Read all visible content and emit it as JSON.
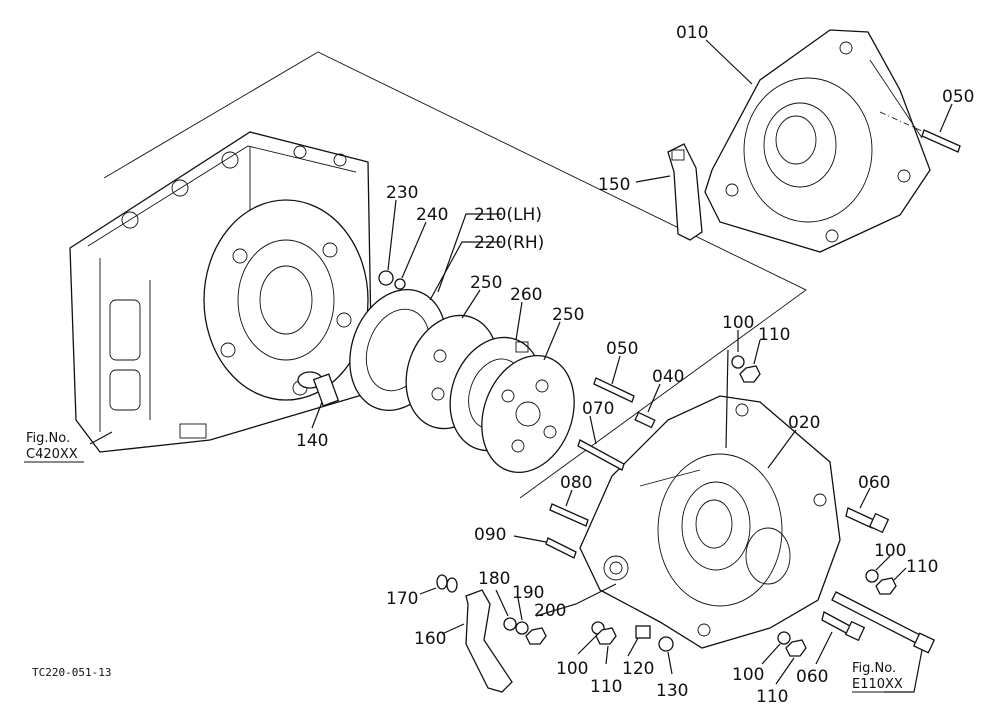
{
  "drawing_code": "TC220-051-13",
  "references": [
    {
      "id": "fig-c420",
      "caption": "Fig.No.",
      "code": "C420XX"
    },
    {
      "id": "fig-e110",
      "caption": "Fig.No.",
      "code": "E110XX"
    }
  ],
  "labels": [
    {
      "id": "010",
      "text": "010"
    },
    {
      "id": "050a",
      "text": "050"
    },
    {
      "id": "150",
      "text": "150"
    },
    {
      "id": "230",
      "text": "230"
    },
    {
      "id": "240",
      "text": "240"
    },
    {
      "id": "210",
      "text": "210(LH)"
    },
    {
      "id": "220",
      "text": "220(RH)"
    },
    {
      "id": "250a",
      "text": "250"
    },
    {
      "id": "260",
      "text": "260"
    },
    {
      "id": "250b",
      "text": "250"
    },
    {
      "id": "050b",
      "text": "050"
    },
    {
      "id": "040",
      "text": "040"
    },
    {
      "id": "100a",
      "text": "100"
    },
    {
      "id": "110a",
      "text": "110"
    },
    {
      "id": "070",
      "text": "070"
    },
    {
      "id": "020",
      "text": "020"
    },
    {
      "id": "140",
      "text": "140"
    },
    {
      "id": "080",
      "text": "080"
    },
    {
      "id": "060a",
      "text": "060"
    },
    {
      "id": "090",
      "text": "090"
    },
    {
      "id": "100b",
      "text": "100"
    },
    {
      "id": "110b",
      "text": "110"
    },
    {
      "id": "170",
      "text": "170"
    },
    {
      "id": "180",
      "text": "180"
    },
    {
      "id": "190",
      "text": "190"
    },
    {
      "id": "200",
      "text": "200"
    },
    {
      "id": "160",
      "text": "160"
    },
    {
      "id": "100c",
      "text": "100"
    },
    {
      "id": "110c",
      "text": "110"
    },
    {
      "id": "120",
      "text": "120"
    },
    {
      "id": "130",
      "text": "130"
    },
    {
      "id": "100d",
      "text": "100"
    },
    {
      "id": "110d",
      "text": "110"
    },
    {
      "id": "060b",
      "text": "060"
    }
  ]
}
